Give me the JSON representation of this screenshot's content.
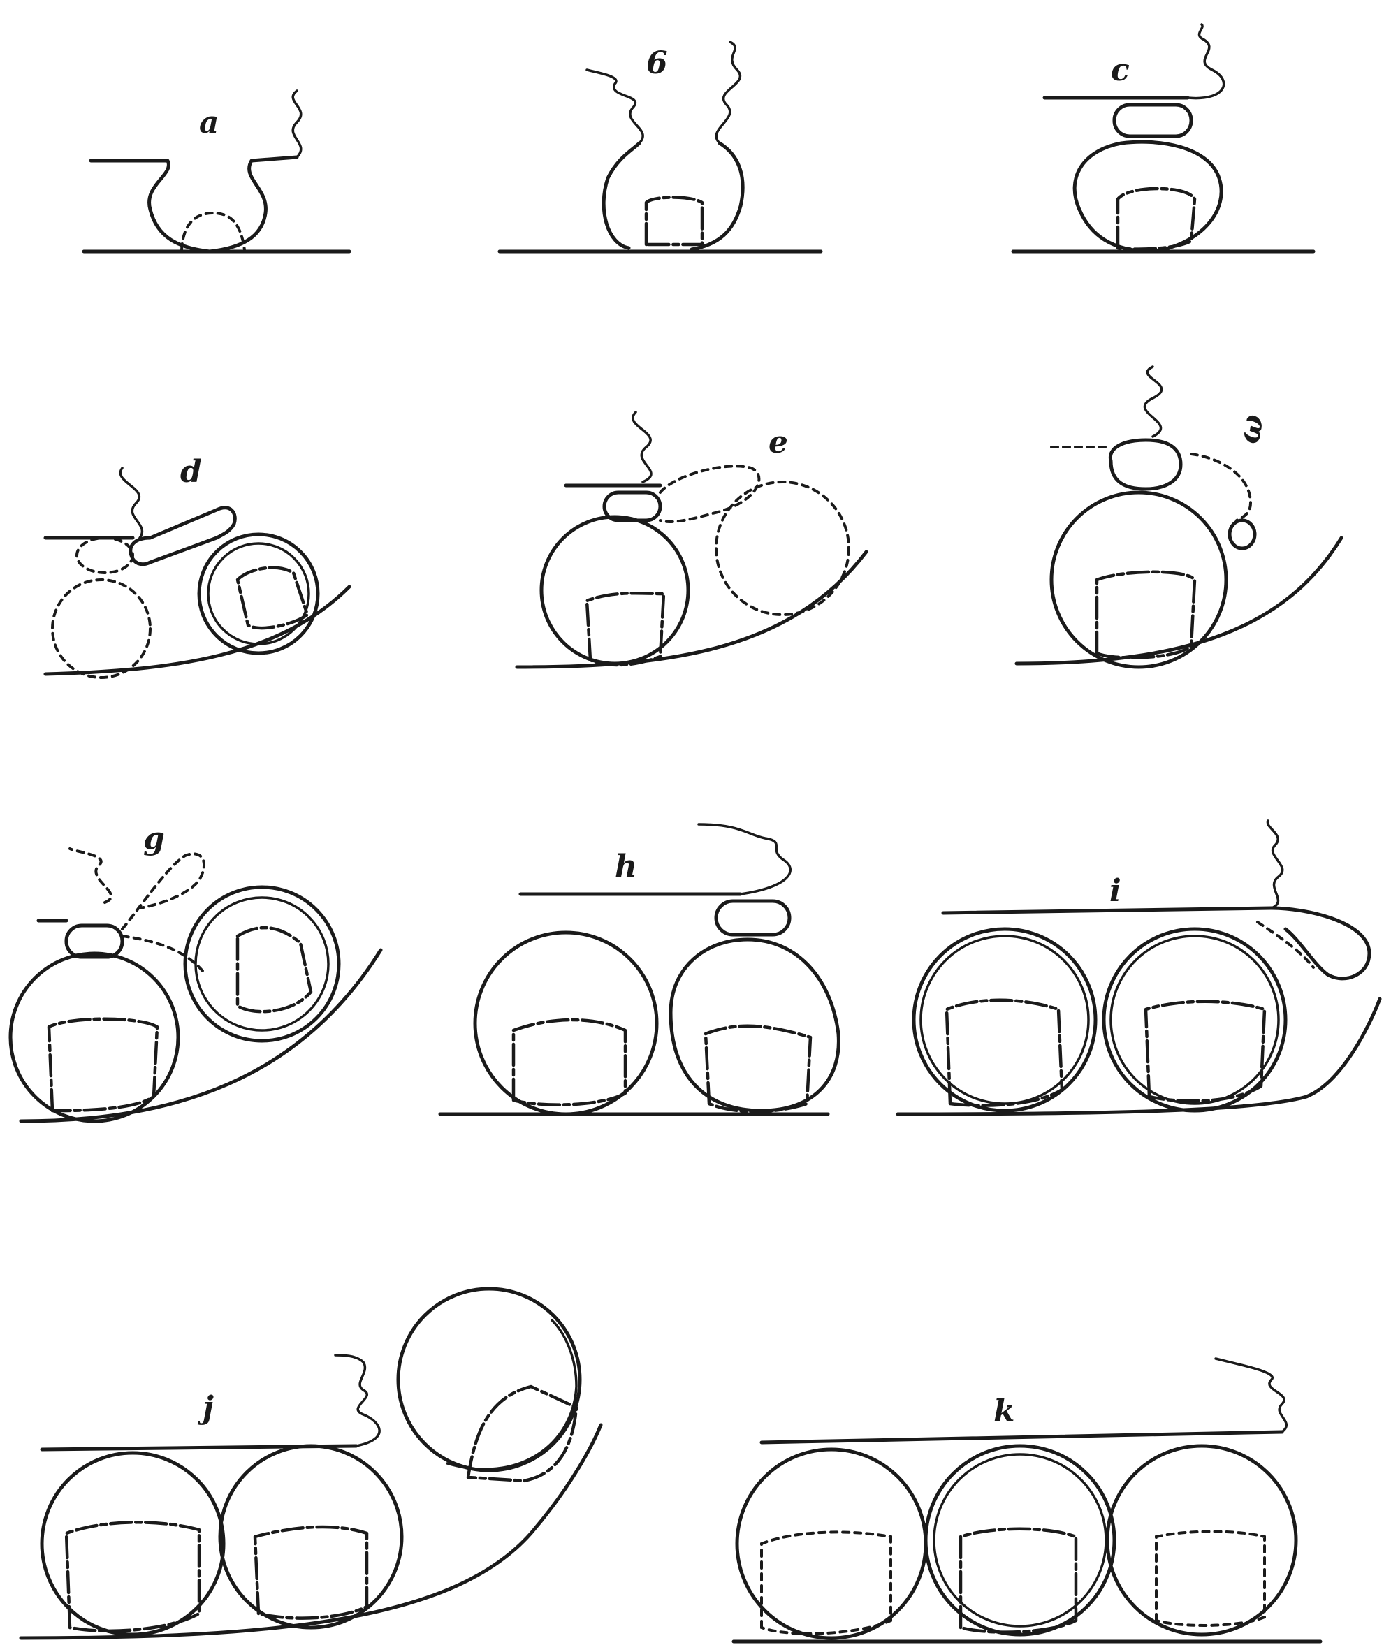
{
  "figure": {
    "labels": {
      "a": "a",
      "b": "6",
      "c": "c",
      "d": "d",
      "e": "e",
      "f": "ω",
      "g": "g",
      "h": "h",
      "i": "i",
      "j": "j",
      "k": "k"
    },
    "colors": {
      "ink": "#1a1a1a",
      "paper": "#ffffff"
    }
  }
}
